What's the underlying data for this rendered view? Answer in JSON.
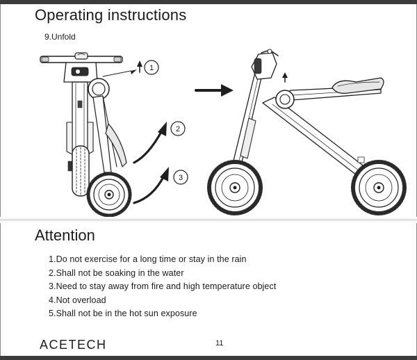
{
  "header": {
    "title": "Operating instructions",
    "step_label": "9.Unfold"
  },
  "figure": {
    "callouts": [
      "1",
      "2",
      "3"
    ]
  },
  "attention": {
    "heading": "Attention",
    "rules": [
      "1.Do not exercise for a long time or stay in the rain",
      "2.Shall not be soaking in the water",
      "3.Need to stay away from fire and high temperature object",
      "4.Not overload",
      "5.Shall not be in the hot sun exposure"
    ]
  },
  "footer": {
    "brand": "ACETECH",
    "page_number": "11"
  }
}
